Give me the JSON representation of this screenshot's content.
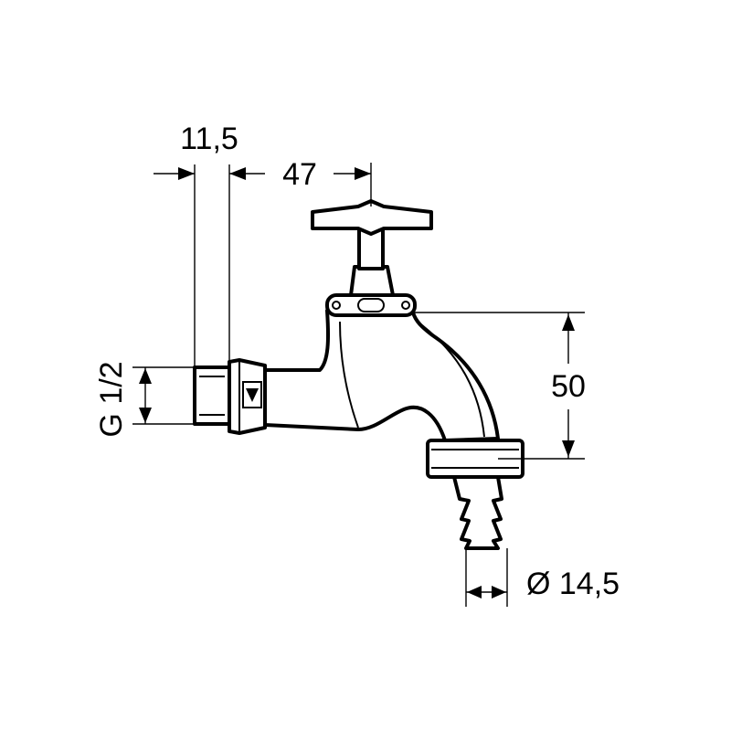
{
  "dimensions": {
    "wall_offset": "11,5",
    "projection": "47",
    "height": "50",
    "thread": "G 1/2",
    "hose_diameter": "Ø 14,5"
  }
}
